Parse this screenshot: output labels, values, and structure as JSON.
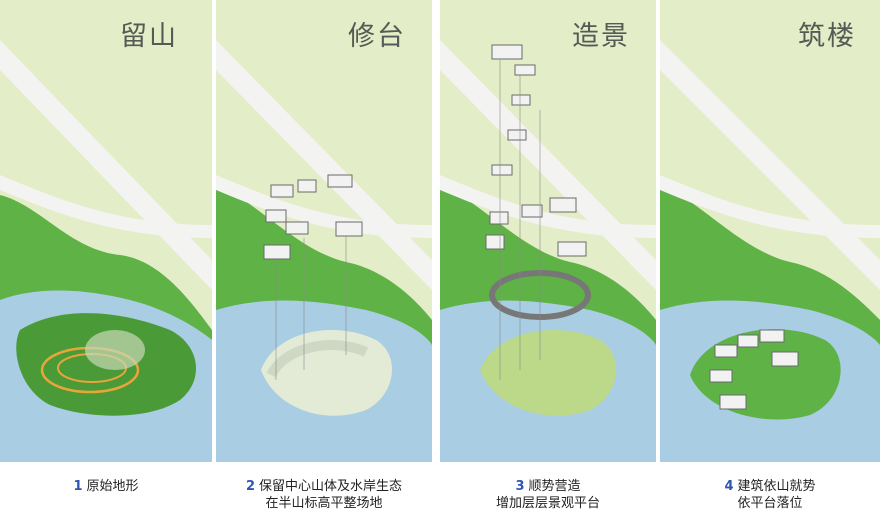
{
  "panels": [
    {
      "title": "留山",
      "num": "1",
      "caption_lines": [
        "原始地形"
      ]
    },
    {
      "title": "修台",
      "num": "2",
      "caption_lines": [
        "保留中心山体及水岸生态",
        "在半山标高平整场地"
      ]
    },
    {
      "title": "造景",
      "num": "3",
      "caption_lines": [
        "顺势营造",
        "增加层层景观平台"
      ]
    },
    {
      "title": "筑楼",
      "num": "4",
      "caption_lines": [
        "建筑依山就势",
        "依平台落位"
      ]
    }
  ],
  "colors": {
    "land": "#e3edc7",
    "hill_green": "#5eb246",
    "water": "#a9cde2",
    "road": "#f3f3f1",
    "accent_number": "#2f56b5",
    "terrace_orange": "#e8a53a"
  }
}
